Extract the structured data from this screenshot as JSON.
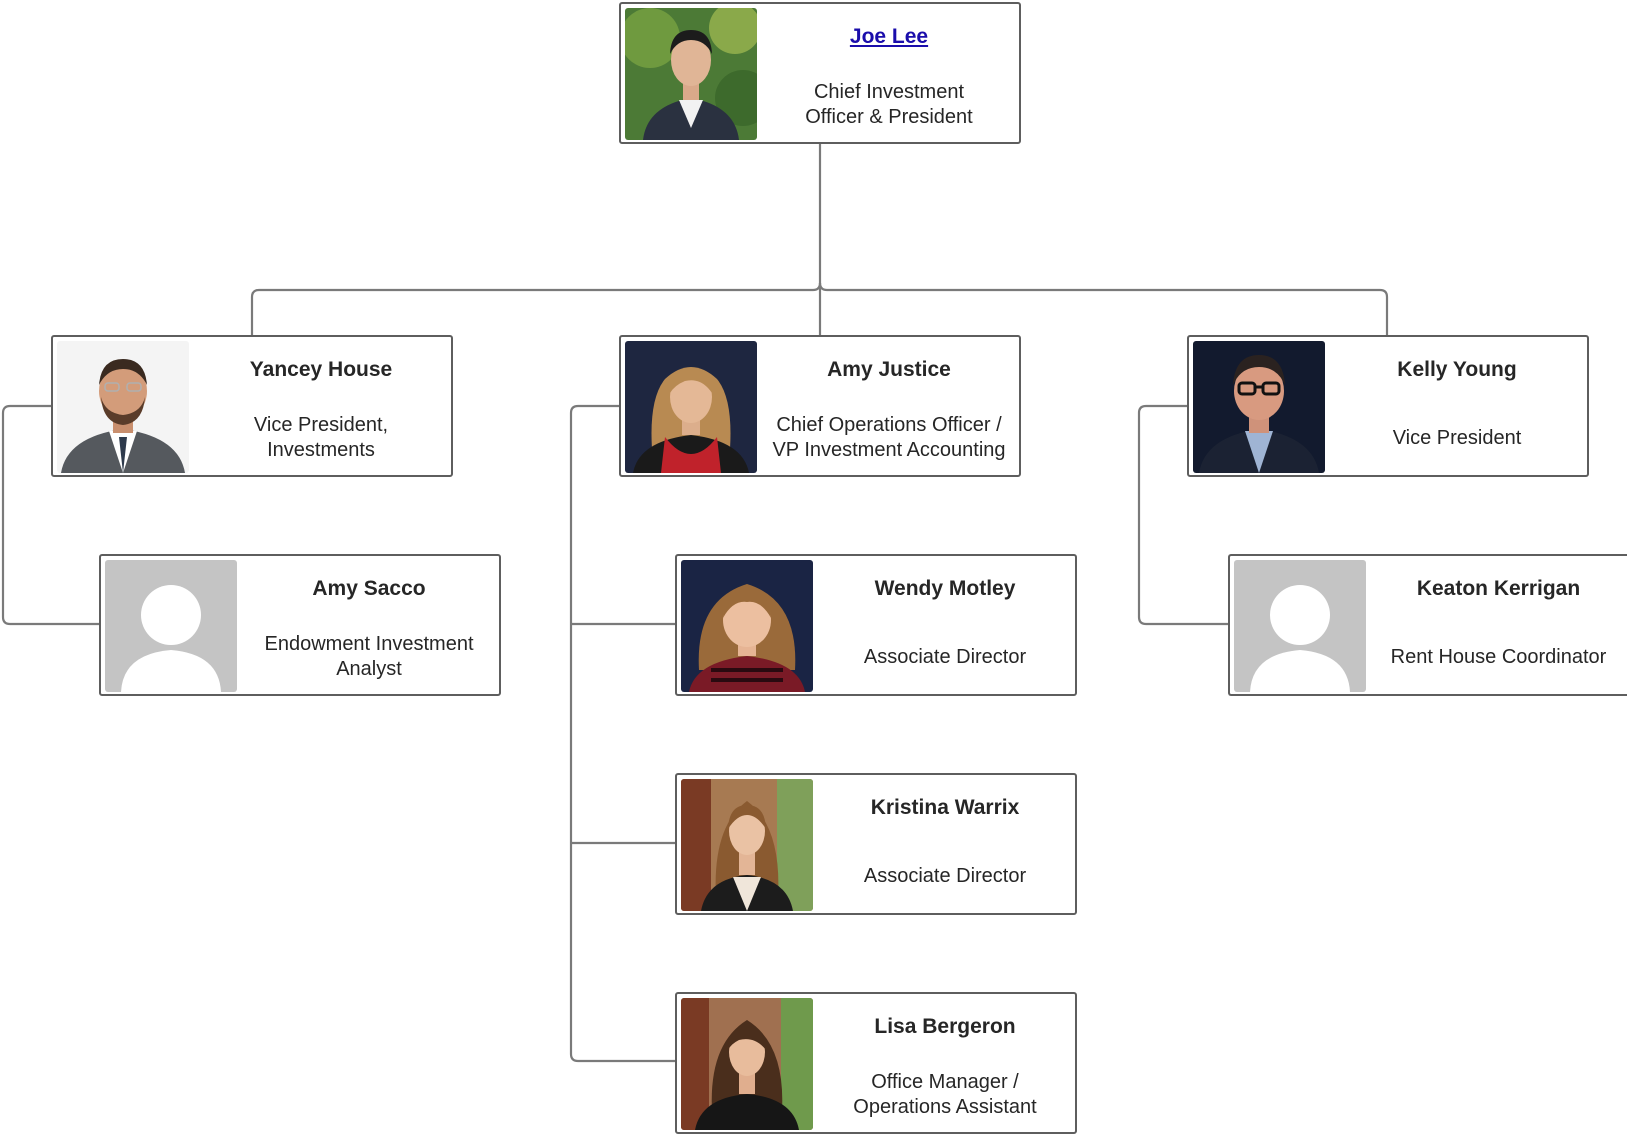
{
  "org_chart": {
    "root": {
      "name": "Joe Lee",
      "title": "Chief Investment\nOfficer & President",
      "photo": "person-photo"
    },
    "vps": [
      {
        "name": "Yancey House",
        "title": "Vice President,\nInvestments",
        "photo": "person-photo",
        "reports": [
          {
            "name": "Amy Sacco",
            "title": "Endowment Investment\nAnalyst",
            "photo": "placeholder-avatar"
          }
        ]
      },
      {
        "name": "Amy Justice",
        "title": "Chief Operations Officer /\nVP Investment Accounting",
        "photo": "person-photo",
        "reports": [
          {
            "name": "Wendy Motley",
            "title": "Associate Director",
            "photo": "person-photo"
          },
          {
            "name": "Kristina Warrix",
            "title": "Associate Director",
            "photo": "person-photo"
          },
          {
            "name": "Lisa Bergeron",
            "title": "Office Manager /\nOperations Assistant",
            "photo": "person-photo"
          }
        ]
      },
      {
        "name": "Kelly Young",
        "title": "Vice President",
        "photo": "person-photo",
        "reports": [
          {
            "name": "Keaton Kerrigan",
            "title": "Rent House Coordinator",
            "photo": "placeholder-avatar"
          }
        ]
      }
    ]
  },
  "colors": {
    "border": "#5e5e5e",
    "connector": "#7a7a7a",
    "link": "#1a0dab",
    "text": "#262626",
    "placeholder": "#c4c4c4"
  }
}
